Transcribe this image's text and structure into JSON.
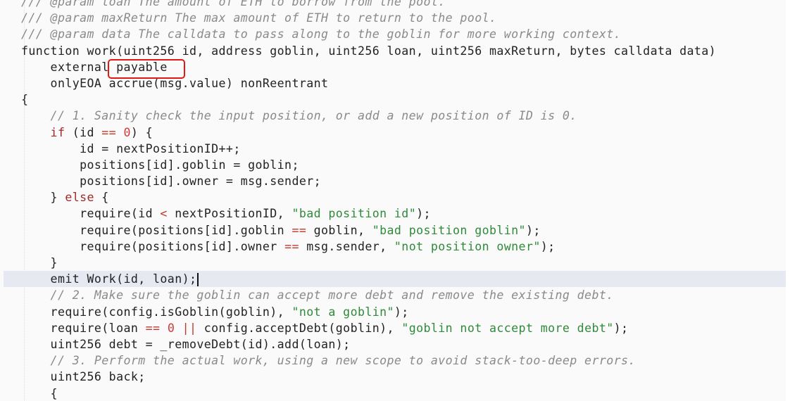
{
  "editor": {
    "language": "solidity",
    "current_line": 17,
    "highlighted_token": "payable",
    "highlight_color": "#e01818",
    "lines": [
      [
        [
          "c",
          "/// @param loan The amount of ETH to borrow from the pool."
        ]
      ],
      [
        [
          "c",
          "/// @param maxReturn The max amount of ETH to return to the pool."
        ]
      ],
      [
        [
          "c",
          "/// @param data The calldata to pass along to the goblin for more working context."
        ]
      ],
      [
        [
          "p",
          "function work(uint256 id, address goblin, uint256 loan, uint256 maxReturn, bytes calldata data)"
        ]
      ],
      [
        [
          "p",
          "    external payable"
        ]
      ],
      [
        [
          "p",
          "    onlyEOA accrue(msg.value) nonReentrant"
        ]
      ],
      [
        [
          "p",
          "{"
        ]
      ],
      [
        [
          "c",
          "    // 1. Sanity check the input position, or add a new position of ID is 0."
        ]
      ],
      [
        [
          "k",
          "    if"
        ],
        [
          "p",
          " (id "
        ],
        [
          "o",
          "=="
        ],
        [
          "p",
          " "
        ],
        [
          "n",
          "0"
        ],
        [
          "p",
          ") {"
        ]
      ],
      [
        [
          "p",
          "        id = nextPositionID++;"
        ]
      ],
      [
        [
          "p",
          "        positions[id].goblin = goblin;"
        ]
      ],
      [
        [
          "p",
          "        positions[id].owner = msg.sender;"
        ]
      ],
      [
        [
          "p",
          "    } "
        ],
        [
          "k",
          "else"
        ],
        [
          "p",
          " {"
        ]
      ],
      [
        [
          "p",
          "        require(id "
        ],
        [
          "o",
          "<"
        ],
        [
          "p",
          " nextPositionID, "
        ],
        [
          "s",
          "\"bad position id\""
        ],
        [
          "p",
          ");"
        ]
      ],
      [
        [
          "p",
          "        require(positions[id].goblin "
        ],
        [
          "o",
          "=="
        ],
        [
          "p",
          " goblin, "
        ],
        [
          "s",
          "\"bad position goblin\""
        ],
        [
          "p",
          ");"
        ]
      ],
      [
        [
          "p",
          "        require(positions[id].owner "
        ],
        [
          "o",
          "=="
        ],
        [
          "p",
          " msg.sender, "
        ],
        [
          "s",
          "\"not position owner\""
        ],
        [
          "p",
          ");"
        ]
      ],
      [
        [
          "p",
          "    }"
        ]
      ],
      [
        [
          "p",
          "    emit Work(id, loan);"
        ]
      ],
      [
        [
          "c",
          "    // 2. Make sure the goblin can accept more debt and remove the existing debt."
        ]
      ],
      [
        [
          "p",
          "    require(config.isGoblin(goblin), "
        ],
        [
          "s",
          "\"not a goblin\""
        ],
        [
          "p",
          ");"
        ]
      ],
      [
        [
          "p",
          "    require(loan "
        ],
        [
          "o",
          "=="
        ],
        [
          "p",
          " "
        ],
        [
          "n",
          "0"
        ],
        [
          "p",
          " "
        ],
        [
          "o",
          "||"
        ],
        [
          "p",
          " config.acceptDebt(goblin), "
        ],
        [
          "s",
          "\"goblin not accept more debt\""
        ],
        [
          "p",
          ");"
        ]
      ],
      [
        [
          "p",
          "    uint256 debt = _removeDebt(id).add(loan);"
        ]
      ],
      [
        [
          "c",
          "    // 3. Perform the actual work, using a new scope to avoid stack-too-deep errors."
        ]
      ],
      [
        [
          "p",
          "    uint256 back;"
        ]
      ],
      [
        [
          "p",
          "    {"
        ]
      ]
    ]
  }
}
